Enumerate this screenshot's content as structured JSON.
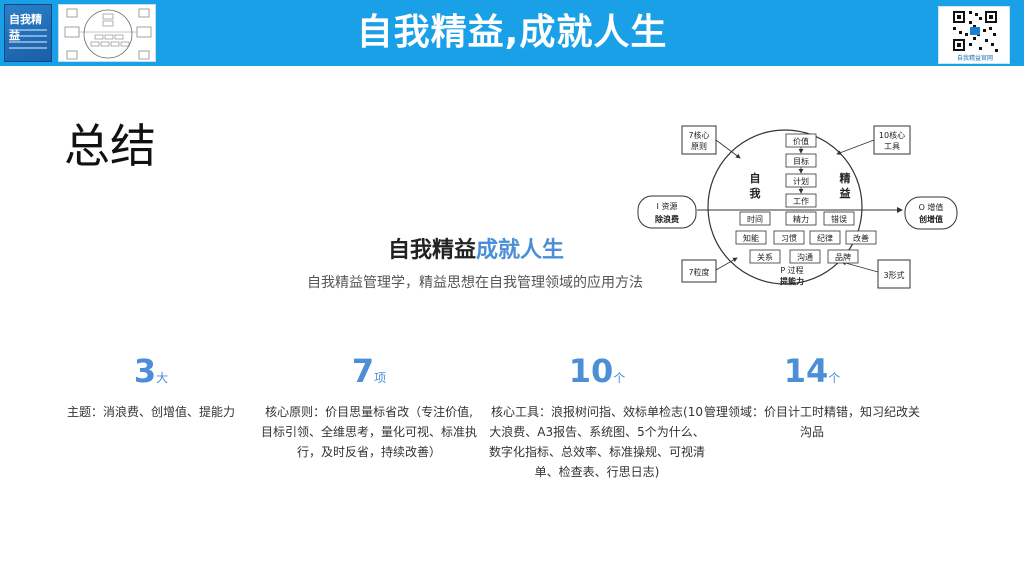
{
  "header": {
    "title": "自我精益,成就人生",
    "book_title": "自我精益",
    "qr_caption": "自我精益官网"
  },
  "section_title": "总结",
  "headline": {
    "part1": "自我精益",
    "part2": "成就人生"
  },
  "subline": "自我精益管理学，精益思想在自我管理领域的应用方法",
  "diagram": {
    "corner_tl": [
      "7核心",
      "原则"
    ],
    "corner_tr": [
      "10核心",
      "工具"
    ],
    "corner_bl": "7粒度",
    "corner_br": "3形式",
    "left_box": [
      "I 资源",
      "除浪费"
    ],
    "right_box": [
      "O 增值",
      "创增值"
    ],
    "left_side": [
      "自",
      "我"
    ],
    "right_side": [
      "精",
      "益"
    ],
    "flow": [
      "价值",
      "目标",
      "计划",
      "工作"
    ],
    "row1": [
      "时间",
      "精力",
      "错误"
    ],
    "row2": [
      "知能",
      "习惯",
      "纪律",
      "改善"
    ],
    "row3": [
      "关系",
      "沟通",
      "品牌"
    ],
    "bottom": [
      "P 过程",
      "提能力"
    ]
  },
  "stats": [
    {
      "num": "3",
      "unit": "大",
      "desc": "主题：消浪费、创增值、提能力"
    },
    {
      "num": "7",
      "unit": "项",
      "desc": "核心原则：价目思量标省改（专注价值,目标引领、全维思考，量化可视、标准执行，及时反省，持续改善）"
    },
    {
      "num": "10",
      "unit": "个",
      "desc": "核心工具：浪报树问指、效标单检志(10大浪费、A3报告、系统图、5个为什么、数字化指标、总效率、标准操规、可视清单、检查表、行思日志)"
    },
    {
      "num": "14",
      "unit": "个",
      "desc": "管理领域：价目计工时精错，知习纪改关沟品"
    }
  ]
}
